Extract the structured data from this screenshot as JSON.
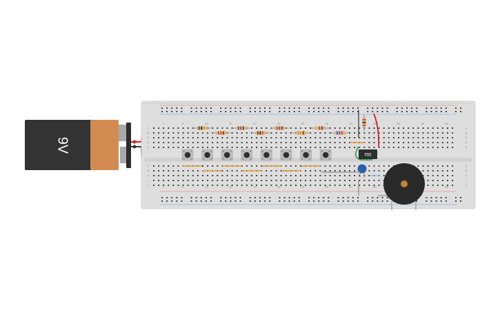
{
  "battery": {
    "label": "9V",
    "body_color": "#333333",
    "cap_color": "#d38b4f"
  },
  "breadboard": {
    "column_numbers": [
      "1",
      "5",
      "10",
      "15",
      "20",
      "25",
      "30",
      "35",
      "40",
      "45",
      "50",
      "55",
      "60"
    ],
    "row_letters_top": [
      "A",
      "B",
      "C",
      "D",
      "E"
    ],
    "row_letters_bottom": [
      "F",
      "G",
      "H",
      "I",
      "J"
    ],
    "body_color": "#dedede"
  },
  "chip": {
    "label": "555"
  },
  "push_buttons": {
    "count": 8
  },
  "wire_colors": {
    "red": "#d32222",
    "black": "#333333",
    "orange": "#e0952e",
    "green": "#3aa34a"
  }
}
